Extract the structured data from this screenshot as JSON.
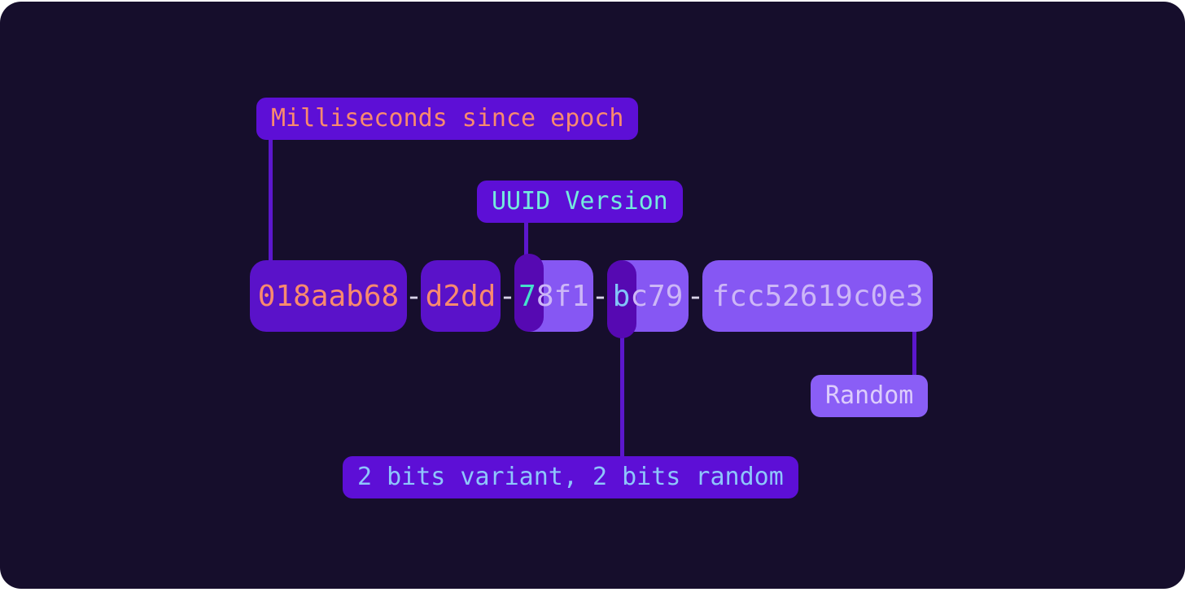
{
  "annotations": {
    "milliseconds": {
      "label": "Milliseconds since epoch"
    },
    "version": {
      "label": "UUID Version"
    },
    "variant": {
      "label": "2 bits variant, 2 bits random"
    },
    "random": {
      "label": "Random"
    }
  },
  "uuid": {
    "full": "018aab68-d2dd-78f1-bc79-fcc52619c0e3",
    "separator": "-",
    "segments": {
      "time_high": "018aab68",
      "time_low": "d2dd",
      "version_digit": "7",
      "version_rest": "8f1",
      "variant_digit": "b",
      "variant_rest": "c79",
      "random": "fcc52619c0e3"
    }
  },
  "colors": {
    "page_background": "#ffffff",
    "card_background": "#160e2c",
    "label_box": "#5d0fd6",
    "segment_box_dark": "#5a12c9",
    "segment_box_light": "#8657f3",
    "highlight_pill": "#5609b2",
    "connector": "#5c17cd",
    "text_salmon": "#fa8a6e",
    "text_teal": "#74ebdd",
    "text_teal_bright": "#45e0cb",
    "text_blue": "#8ec6fb",
    "text_blue_bright": "#82c4f8",
    "text_lavender": "#cdb7f7",
    "separator_text": "#d8d3e8"
  }
}
